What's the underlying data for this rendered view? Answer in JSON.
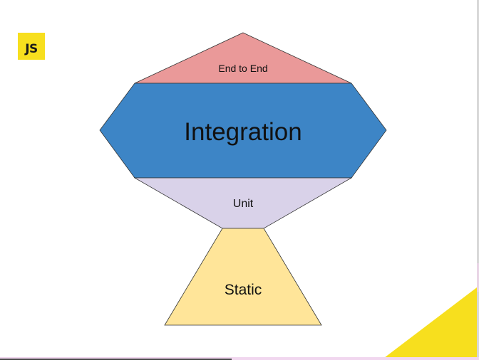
{
  "badge": {
    "text": "JS",
    "color": "#f7df1e"
  },
  "diagram": {
    "layers": [
      {
        "id": "end-to-end",
        "label": "End to End",
        "color": "#ea9999"
      },
      {
        "id": "integration",
        "label": "Integration",
        "color": "#3d85c6"
      },
      {
        "id": "unit",
        "label": "Unit",
        "color": "#d9d2e9"
      },
      {
        "id": "static",
        "label": "Static",
        "color": "#ffe599"
      }
    ]
  },
  "accent": {
    "corner_color": "#f7df1e"
  }
}
